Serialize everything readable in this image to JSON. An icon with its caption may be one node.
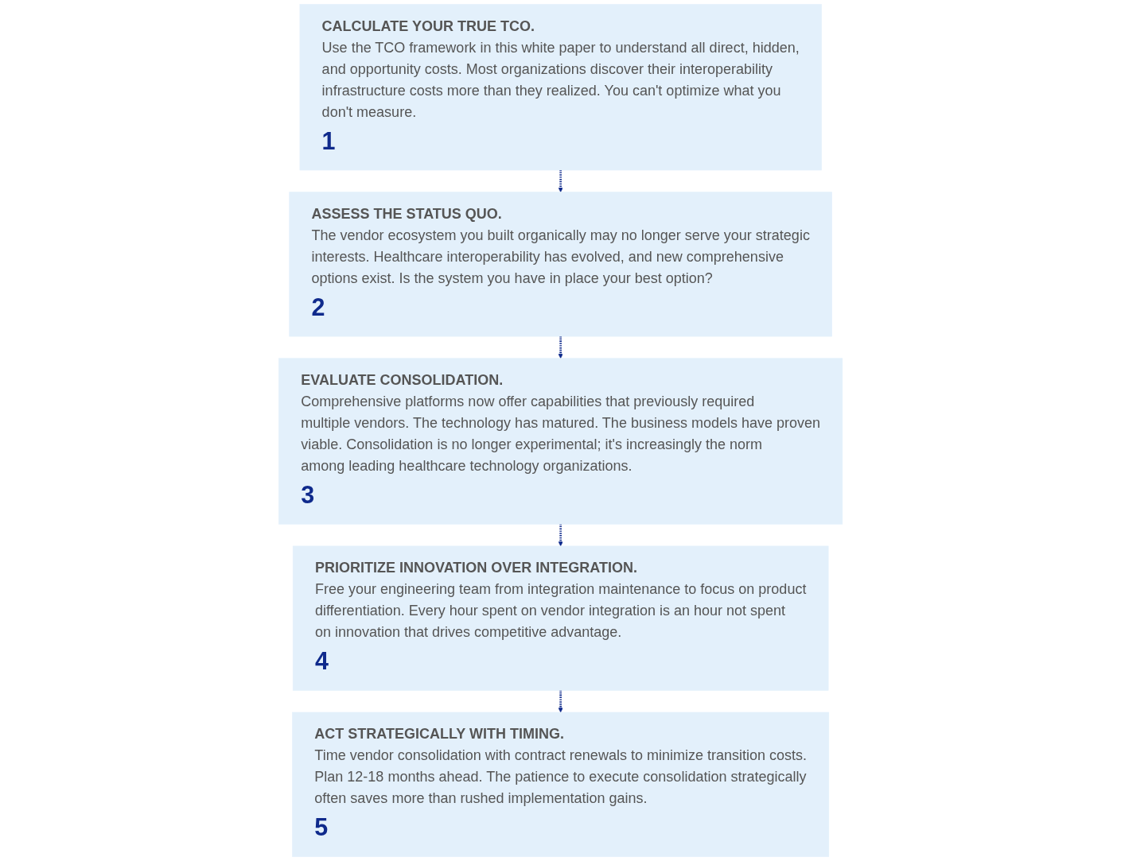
{
  "diagram": {
    "nodes": [
      {
        "text": [
          "CALCULATE YOUR TRUE TCO.",
          "Use the TCO framework in this white paper to understand all direct, hidden, and opportunity costs. Most organizations discover their interoperability infrastructure costs more than they realized. You can't optimize what you don't measure.",
          "1"
        ]
      },
      {
        "text": [
          "ASSESS THE STATUS QUO.",
          "The vendor ecosystem you built organically may no longer serve your strategic interests. Healthcare interoperability has evolved, and new comprehensive options exist. Is the system you have in place your best option?",
          "2"
        ]
      },
      {
        "text": [
          "EVALUATE CONSOLIDATION.",
          "Comprehensive platforms now offer capabilities that previously required multiple vendors. The technology has matured. The business models have proven viable. Consolidation is no longer experimental; it's increasingly the norm among leading healthcare technology organizations.",
          "3"
        ]
      },
      {
        "text": [
          "PRIORITIZE INNOVATION OVER INTEGRATION.",
          "Free your engineering team from integration maintenance to focus on product differentiation. Every hour spent on vendor integration is an hour not spent on innovation that drives competitive advantage.",
          "4"
        ]
      },
      {
        "text": [
          "ACT STRATEGICALLY WITH TIMING.",
          "Time vendor consolidation with contract renewals to minimize transition costs. Plan 12-18 months ahead. The patience to execute consolidation strategically often saves more than rushed implementation gains.",
          "5"
        ]
      }
    ],
    "edges": [
      {
        "from": 0,
        "to": 1,
        "arrow": "to",
        "style": "dashed"
      },
      {
        "from": 1,
        "to": 2,
        "arrow": "to",
        "style": "dashed"
      },
      {
        "from": 2,
        "to": 3,
        "arrow": "to",
        "style": "dashed"
      },
      {
        "from": 3,
        "to": 4,
        "arrow": "to",
        "style": "dashed"
      }
    ]
  }
}
